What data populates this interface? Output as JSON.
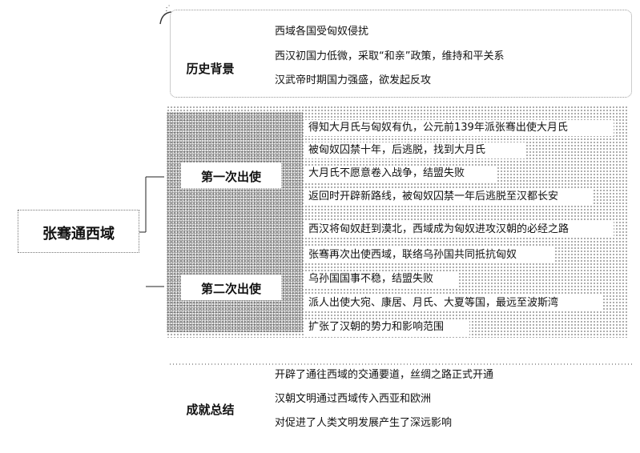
{
  "root": {
    "label": "张骞通西域"
  },
  "branches": [
    {
      "label": "历史背景",
      "items": [
        "西域各国受匈奴侵扰",
        "西汉初国力低微，采取“和亲”政策，维持和平关系",
        "汉武帝时期国力强盛，欲发起反攻"
      ]
    },
    {
      "label": "第一次出使",
      "items": [
        "得知大月氏与匈奴有仇，公元前139年派张骞出使大月氏",
        "被匈奴囚禁十年，后逃脱，找到大月氏",
        "大月氏不愿意卷入战争，结盟失败",
        "返回时开辟新路线，被匈奴囚禁一年后逃脱至汉都长安"
      ]
    },
    {
      "label": "第二次出使",
      "items": [
        "西汉将匈奴赶到漠北，西域成为匈奴进攻汉朝的必经之路",
        "张骞再次出使西域，联络乌孙国共同抵抗匈奴",
        "乌孙国国事不稳，结盟失败",
        "派人出使大宛、康居、月氏、大夏等国，最远至波斯湾",
        "扩张了汉朝的势力和影响范围"
      ]
    },
    {
      "label": "成就总结",
      "items": [
        "开辟了通往西域的交通要道，丝绸之路正式开通",
        "汉朝文明通过西域传入西亚和欧洲",
        "对促进了人类文明发展产生了深远影响"
      ]
    }
  ]
}
